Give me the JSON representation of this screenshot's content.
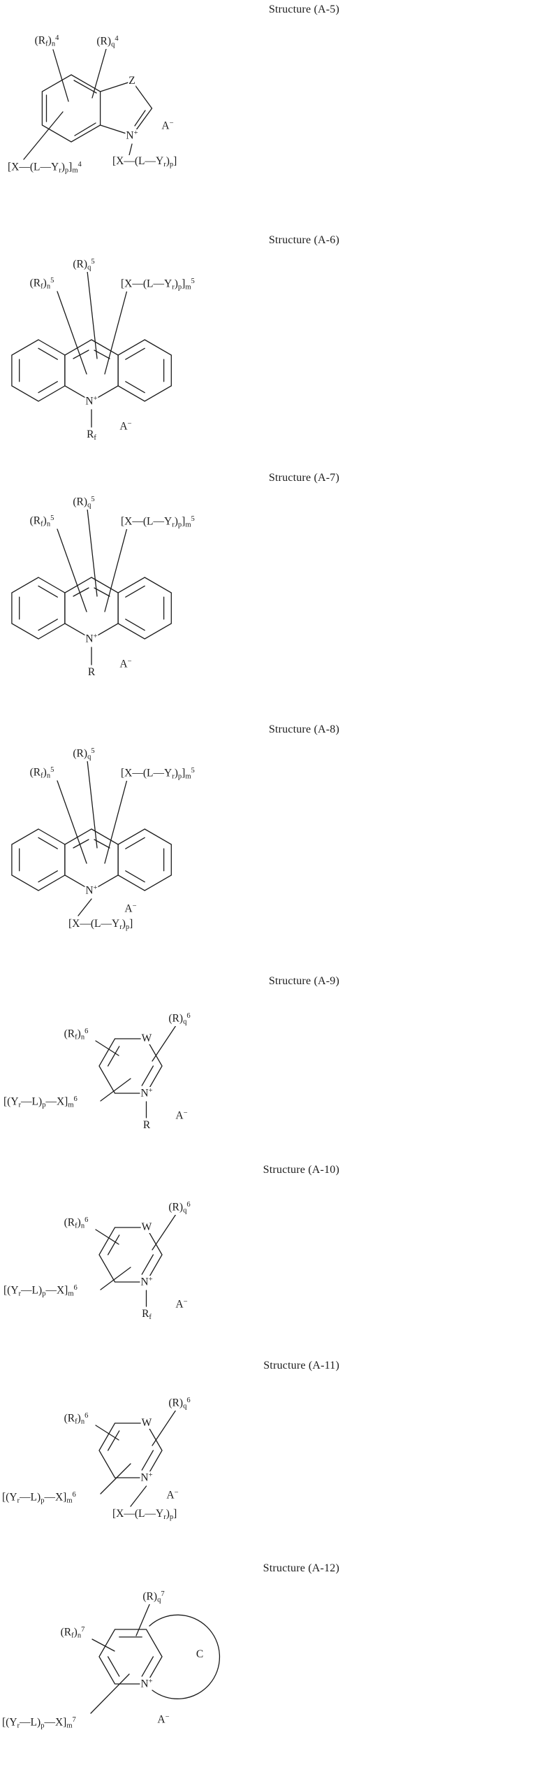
{
  "page": {
    "background": "#ffffff",
    "ink": "#1b1b1b"
  },
  "structures": [
    {
      "id": "A-5",
      "title": "Structure (A-5)",
      "labels": {
        "rf_n": "(R<sub>f</sub>)<sub>n</sub><sup>4</sup>",
        "r_q": "(R)<sub>q</sub><sup>4</sup>",
        "z": "Z",
        "n_plus": "N<sup>+</sup>",
        "anion": "A<sup>−</sup>",
        "n_group": "[X—(L—Y<sub>r</sub>)<sub>p</sub>]",
        "ring_group": "[X—(L—Y<sub>r</sub>)<sub>p</sub>]<sub>m</sub><sup>4</sup>"
      }
    },
    {
      "id": "A-6",
      "title": "Structure (A-6)",
      "labels": {
        "r_q": "(R)<sub>q</sub><sup>5</sup>",
        "rf_n": "(R<sub>f</sub>)<sub>n</sub><sup>5</sup>",
        "chain_group": "[X—(L—Y<sub>r</sub>)<sub>p</sub>]<sub>m</sub><sup>5</sup>",
        "n_plus": "N<sup>+</sup>",
        "n_sub": "R<sub>f</sub>",
        "anion": "A<sup>−</sup>"
      }
    },
    {
      "id": "A-7",
      "title": "Structure (A-7)",
      "labels": {
        "r_q": "(R)<sub>q</sub><sup>5</sup>",
        "rf_n": "(R<sub>f</sub>)<sub>n</sub><sup>5</sup>",
        "chain_group": "[X—(L—Y<sub>r</sub>)<sub>p</sub>]<sub>m</sub><sup>5</sup>",
        "n_plus": "N<sup>+</sup>",
        "n_sub": "R",
        "anion": "A<sup>−</sup>"
      }
    },
    {
      "id": "A-8",
      "title": "Structure (A-8)",
      "labels": {
        "r_q": "(R)<sub>q</sub><sup>5</sup>",
        "rf_n": "(R<sub>f</sub>)<sub>n</sub><sup>5</sup>",
        "chain_group": "[X—(L—Y<sub>r</sub>)<sub>p</sub>]<sub>m</sub><sup>5</sup>",
        "n_plus": "N<sup>+</sup>",
        "n_group": "[X—(L—Y<sub>r</sub>)<sub>p</sub>]",
        "anion": "A<sup>−</sup>"
      }
    },
    {
      "id": "A-9",
      "title": "Structure (A-9)",
      "labels": {
        "w": "W",
        "r_q": "(R)<sub>q</sub><sup>6</sup>",
        "rf_n": "(R<sub>f</sub>)<sub>n</sub><sup>6</sup>",
        "chain_group": "[(Y<sub>r</sub>—L)<sub>p</sub>—X]<sub>m</sub><sup>6</sup>",
        "n_plus": "N<sup>+</sup>",
        "n_sub": "R",
        "anion": "A<sup>−</sup>"
      }
    },
    {
      "id": "A-10",
      "title": "Structure (A-10)",
      "labels": {
        "w": "W",
        "r_q": "(R)<sub>q</sub><sup>6</sup>",
        "rf_n": "(R<sub>f</sub>)<sub>n</sub><sup>6</sup>",
        "chain_group": "[(Y<sub>r</sub>—L)<sub>p</sub>—X]<sub>m</sub><sup>6</sup>",
        "n_plus": "N<sup>+</sup>",
        "n_sub": "R<sub>f</sub>",
        "anion": "A<sup>−</sup>"
      }
    },
    {
      "id": "A-11",
      "title": "Structure (A-11)",
      "labels": {
        "w": "W",
        "r_q": "(R)<sub>q</sub><sup>6</sup>",
        "rf_n": "(R<sub>f</sub>)<sub>n</sub><sup>6</sup>",
        "chain_group": "[(Y<sub>r</sub>—L)<sub>p</sub>—X]<sub>m</sub><sup>6</sup>",
        "n_plus": "N<sup>+</sup>",
        "n_group": "[X—(L—Y<sub>r</sub>)<sub>p</sub>]",
        "anion": "A<sup>−</sup>"
      }
    },
    {
      "id": "A-12",
      "title": "Structure (A-12)",
      "labels": {
        "r_q": "(R)<sub>q</sub><sup>7</sup>",
        "rf_n": "(R<sub>f</sub>)<sub>n</sub><sup>7</sup>",
        "macrocycle": "C",
        "chain_group": "[(Y<sub>r</sub>—L)<sub>p</sub>—X]<sub>m</sub><sup>7</sup>",
        "n_plus": "N<sup>+</sup>",
        "anion": "A<sup>−</sup>"
      }
    }
  ]
}
